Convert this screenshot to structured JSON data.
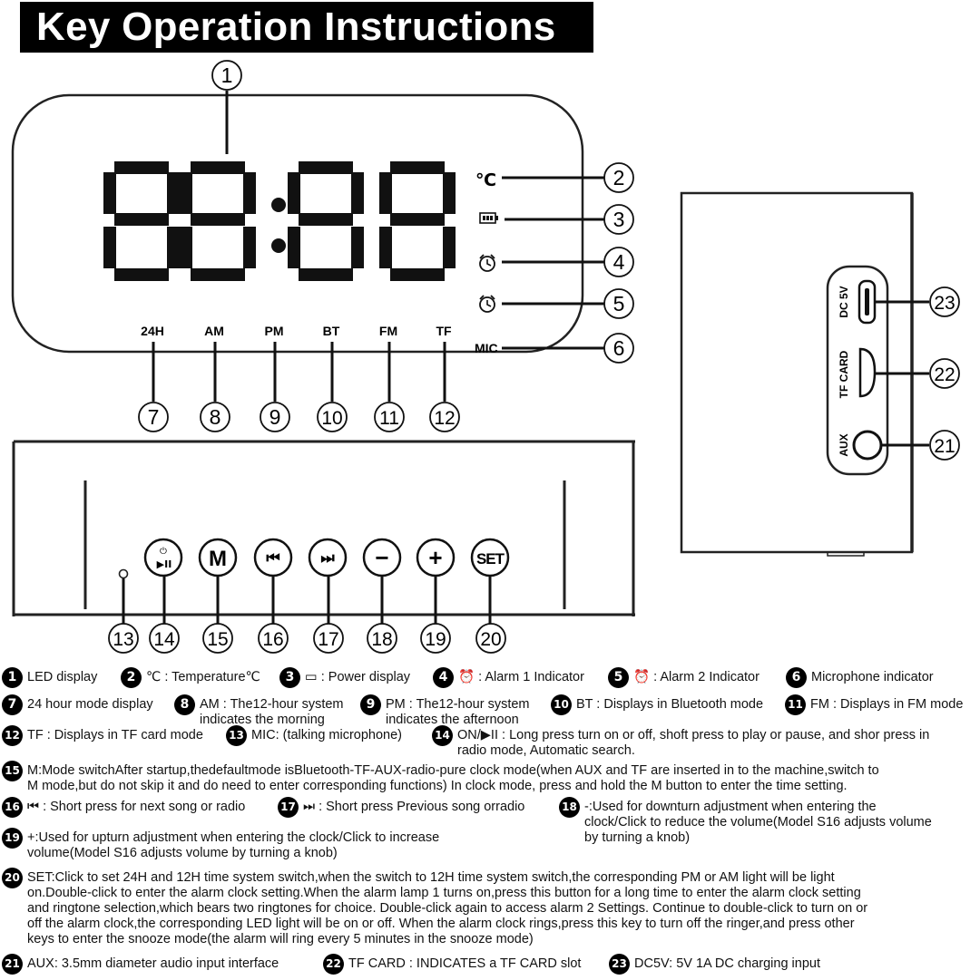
{
  "title": "Key Operation Instructions",
  "display": {
    "digits": "88:88",
    "indicators": {
      "temperature": "℃",
      "mic": "MIC",
      "h24": "24H",
      "am": "AM",
      "pm": "PM",
      "bt": "BT",
      "fm": "FM",
      "tf": "TF"
    }
  },
  "buttons": {
    "power_play_top": "⏻",
    "power_play_bottom": "▶II",
    "mode": "M",
    "prev": "⏮",
    "next": "⏭",
    "minus": "−",
    "plus": "+",
    "set": "SET"
  },
  "side_panel": {
    "dc_label": "DC 5V",
    "tf_label": "TF CARD",
    "aux_label": "AUX"
  },
  "callouts": [
    "1",
    "2",
    "3",
    "4",
    "5",
    "6",
    "7",
    "8",
    "9",
    "10",
    "11",
    "12",
    "13",
    "14",
    "15",
    "16",
    "17",
    "18",
    "19",
    "20",
    "21",
    "22",
    "23"
  ],
  "legend": [
    {
      "num": "1",
      "text": "LED display"
    },
    {
      "num": "2",
      "text": "℃ : Temperature℃"
    },
    {
      "num": "3",
      "text": "▭ : Power display"
    },
    {
      "num": "4",
      "text": "⏰ : Alarm 1 Indicator"
    },
    {
      "num": "5",
      "text": "⏰ : Alarm 2 Indicator"
    },
    {
      "num": "6",
      "text": "Microphone indicator"
    },
    {
      "num": "7",
      "text": "24 hour mode display"
    },
    {
      "num": "8",
      "text": "AM : The12-hour system\nindicates the morning"
    },
    {
      "num": "9",
      "text": "PM : The12-hour system\nindicates the afternoon"
    },
    {
      "num": "10",
      "text": "BT : Displays in Bluetooth mode"
    },
    {
      "num": "11",
      "text": "FM : Displays in FM mode"
    },
    {
      "num": "12",
      "text": "TF : Displays in TF card mode"
    },
    {
      "num": "13",
      "text": "MIC: (talking microphone)"
    },
    {
      "num": "14",
      "text": "ON/▶II :  Long press turn on or off,  shoft press to play or pause,  and shor press in\nradio mode, Automatic search."
    },
    {
      "num": "15",
      "text": "M:Mode switchAfter startup,thedefaultmode isBluetooth-TF-AUX-radio-pure clock mode(when AUX and TF are inserted in to the machine,switch to\nM mode,but do not skip it and do need to enter corresponding functions)  In clock mode, press and hold the M button to enter the time setting."
    },
    {
      "num": "16",
      "text": "⏮ : Short press for next song or radio"
    },
    {
      "num": "17",
      "text": "⏭ : Short press Previous song orradio"
    },
    {
      "num": "18",
      "text": "-:Used for downturn adjustment when entering the\nclock/Click to reduce the volume(Model S16 adjusts volume\nby turning a knob)"
    },
    {
      "num": "19",
      "text": "+:Used for upturn adjustment when entering the clock/Click to increase\nvolume(Model S16 adjusts volume by turning a knob)"
    },
    {
      "num": "20",
      "text": "SET:Click to set 24H and 12H time system switch,when the switch to 12H time system switch,the corresponding PM or AM light will be light\non.Double-click to enter the alarm clock setting.When the alarm lamp 1 turns on,press this button for a long time to enter the alarm clock setting\nand ringtone selection,which bears two ringtones for choice. Double-click again to access alarm 2 Settings. Continue to double-click to turn on or\noff the alarm clock,the corresponding LED light will be on or off. When the alarm clock rings,press this key to turn off the ringer,and press other\nkeys to enter the snooze mode(the alarm will ring every 5 minutes in the snooze mode)"
    },
    {
      "num": "21",
      "text": "AUX: 3.5mm diameter audio input interface"
    },
    {
      "num": "22",
      "text": "TF CARD : INDICATES a TF CARD slot"
    },
    {
      "num": "23",
      "text": "DC5V: 5V 1A DC charging input"
    }
  ]
}
